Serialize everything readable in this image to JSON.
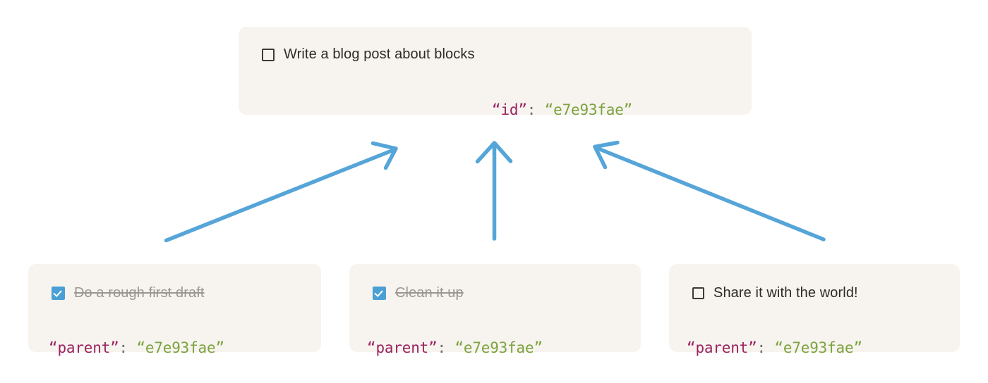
{
  "diagram": {
    "arrow_color": "#56a5d8",
    "card_background": "#f7f4ef",
    "key_color": "#9b2362",
    "value_color": "#7ca23f",
    "checkbox_checked_color": "#4a9fd4",
    "done_text_color": "#9a9793"
  },
  "parent_card": {
    "checkbox_state": "unchecked",
    "task_label": "Write a blog post about blocks",
    "json_key": "“id”",
    "json_colon": ":",
    "json_value": "“e7e93fae”"
  },
  "child_cards": [
    {
      "checkbox_state": "checked",
      "task_label": "Do a rough first draft",
      "json_key": "“parent”",
      "json_colon": ":",
      "json_value": "“e7e93fae”"
    },
    {
      "checkbox_state": "checked",
      "task_label": "Clean it up",
      "json_key": "“parent”",
      "json_colon": ":",
      "json_value": "“e7e93fae”"
    },
    {
      "checkbox_state": "unchecked",
      "task_label": "Share it with the world!",
      "json_key": "“parent”",
      "json_colon": ":",
      "json_value": "“e7e93fae”"
    }
  ],
  "arrows": [
    {
      "name": "arrow-child1-to-parent",
      "from": "child-card-1",
      "to": "parent-card"
    },
    {
      "name": "arrow-child2-to-parent",
      "from": "child-card-2",
      "to": "parent-card"
    },
    {
      "name": "arrow-child3-to-parent",
      "from": "child-card-3",
      "to": "parent-card"
    }
  ]
}
